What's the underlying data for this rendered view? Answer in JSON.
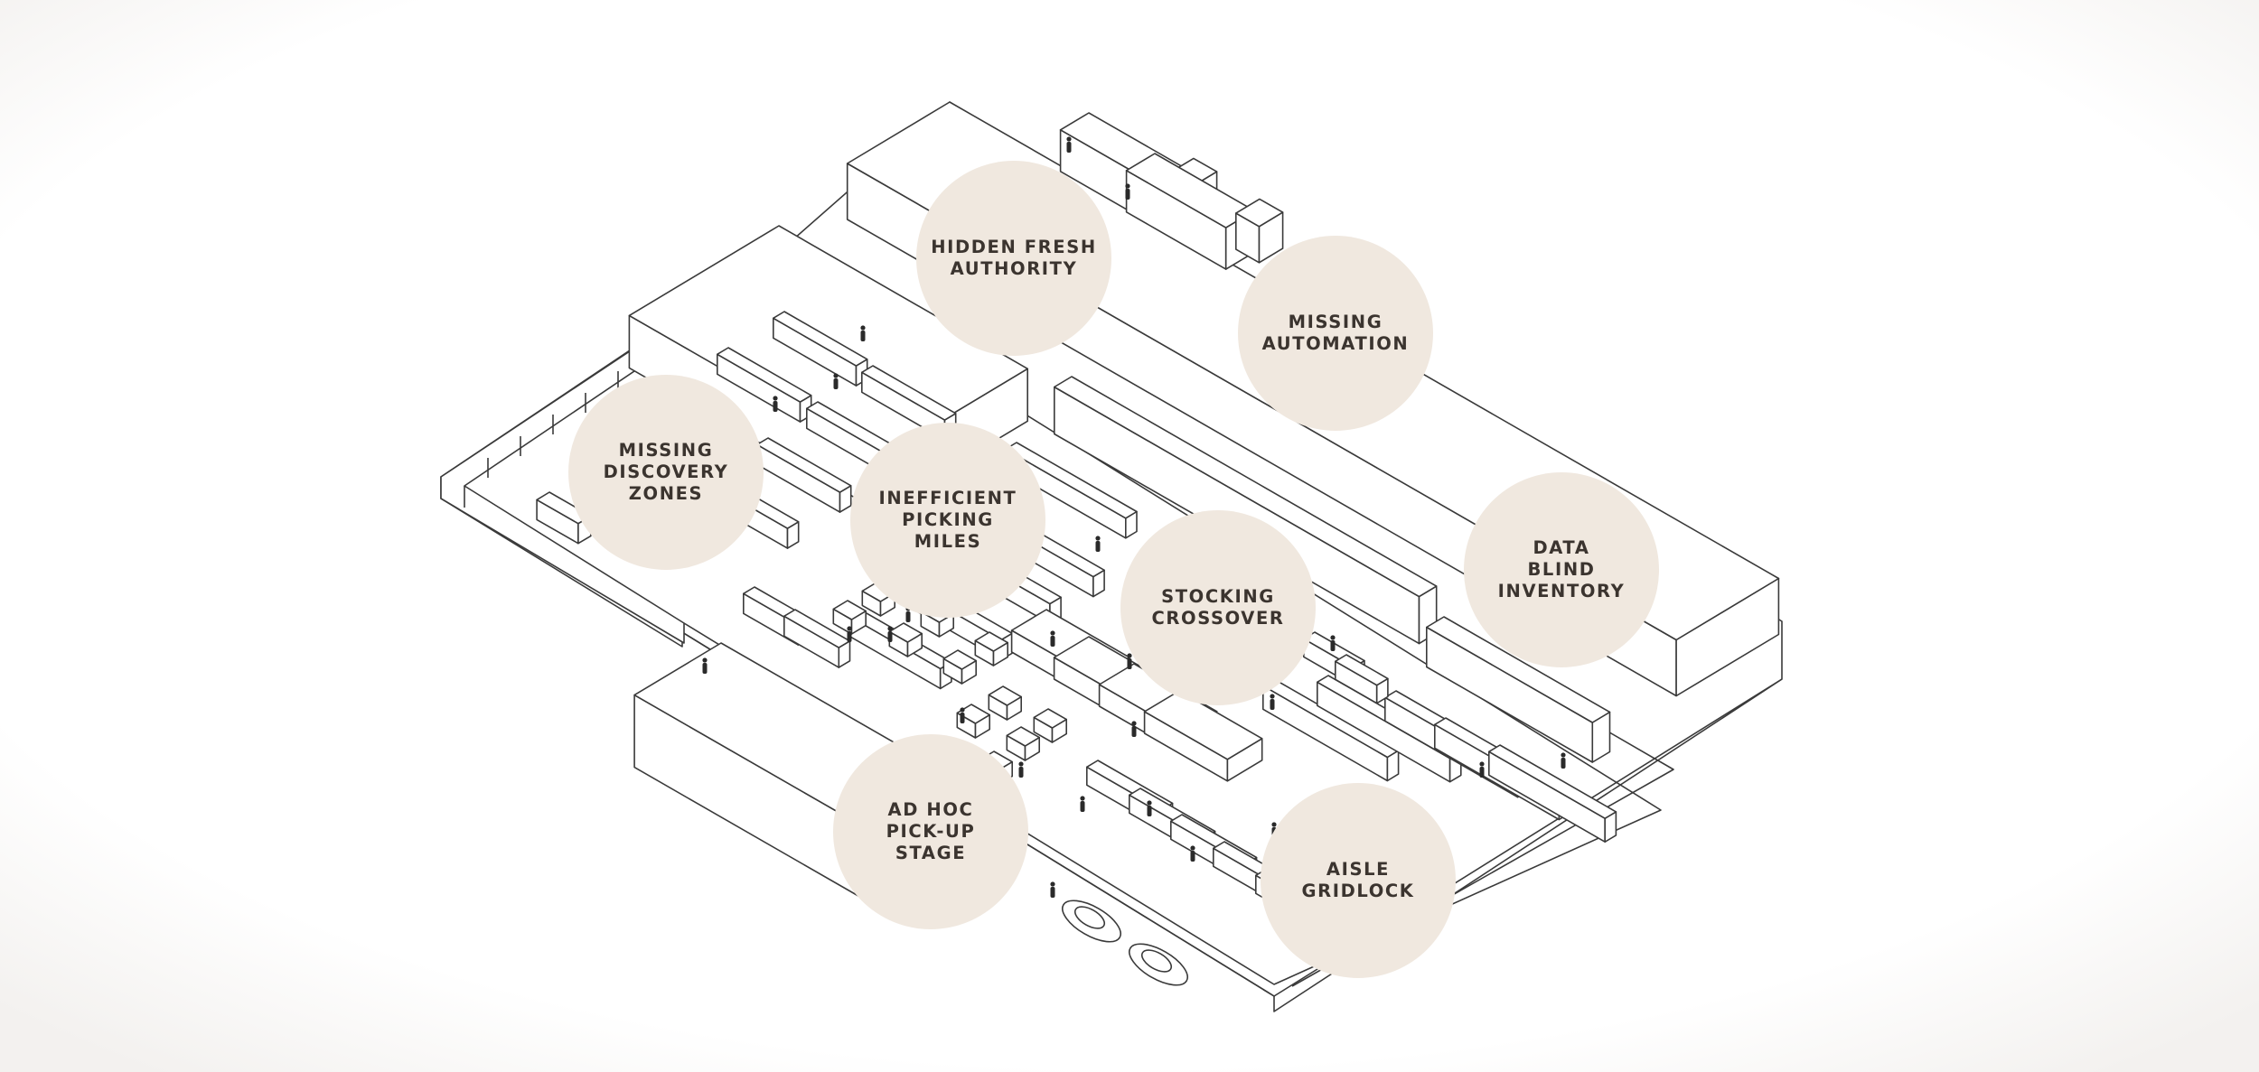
{
  "callouts": [
    {
      "id": "hidden-fresh-authority",
      "label": "HIDDEN FRESH\nAUTHORITY"
    },
    {
      "id": "missing-automation",
      "label": "MISSING\nAUTOMATION"
    },
    {
      "id": "missing-discovery-zones",
      "label": "MISSING\nDISCOVERY\nZONES"
    },
    {
      "id": "inefficient-picking-miles",
      "label": "INEFFICIENT\nPICKING\nMILES"
    },
    {
      "id": "stocking-crossover",
      "label": "STOCKING\nCROSSOVER"
    },
    {
      "id": "data-blind-inventory",
      "label": "DATA\nBLIND\nINVENTORY"
    },
    {
      "id": "ad-hoc-pick-up-stage",
      "label": "AD HOC\nPICK-UP\nSTAGE"
    },
    {
      "id": "aisle-gridlock",
      "label": "AISLE\nGRIDLOCK"
    }
  ],
  "colors": {
    "callout_fill": "#f0e8df",
    "callout_text": "#3b342f",
    "line": "#3a3a3a",
    "vignette": "#f6f4f2"
  }
}
